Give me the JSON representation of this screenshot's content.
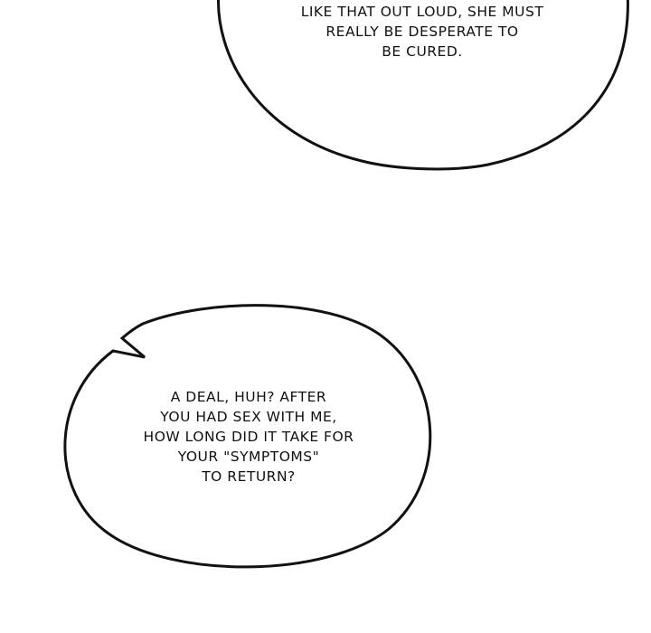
{
  "bubbles": [
    {
      "lines": [
        "LIKE THAT OUT LOUD, SHE MUST",
        "REALLY BE DESPERATE TO",
        "BE CURED."
      ]
    },
    {
      "lines": [
        "A DEAL, HUH? AFTER",
        "YOU HAD SEX WITH ME,",
        "HOW LONG DID IT TAKE FOR",
        "YOUR \"SYMPTOMS\"",
        "TO RETURN?"
      ]
    }
  ],
  "colors": {
    "background": "#ffffff",
    "ink": "#111111"
  }
}
